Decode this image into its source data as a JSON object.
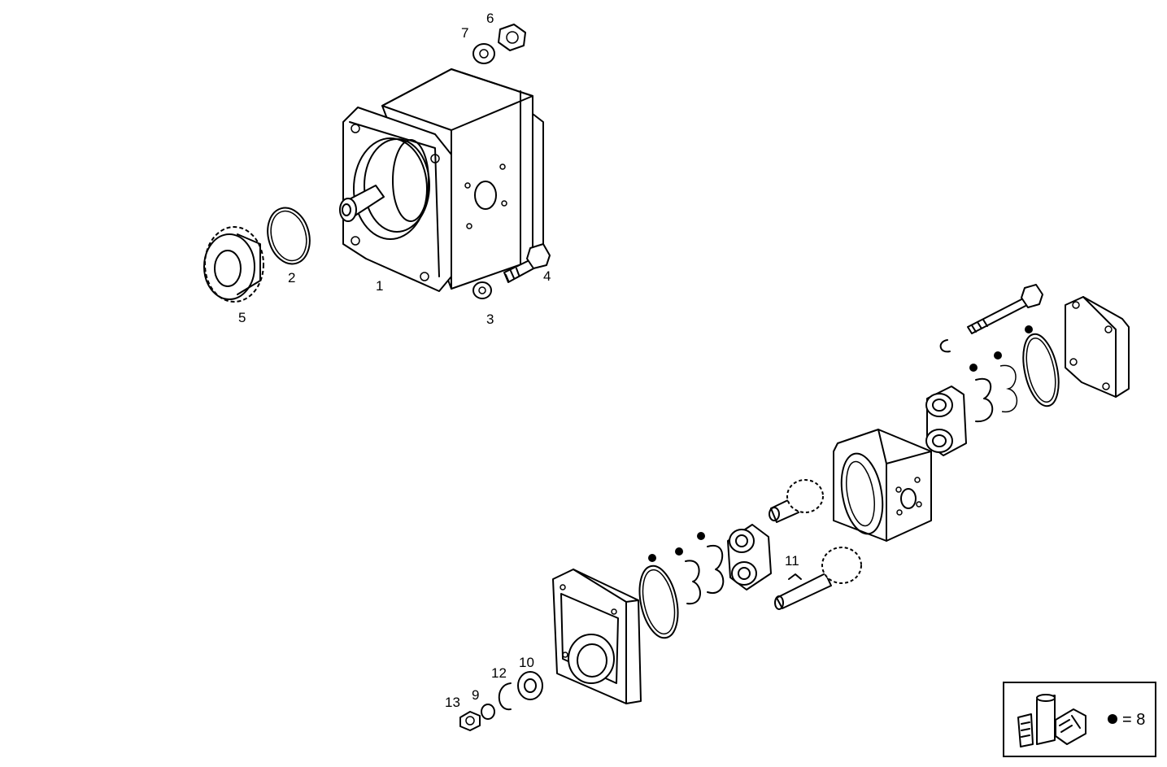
{
  "callouts": {
    "c1": "1",
    "c2": "2",
    "c3": "3",
    "c4": "4",
    "c5": "5",
    "c6": "6",
    "c7": "7",
    "c9": "9",
    "c10": "10",
    "c11": "11",
    "c12": "12",
    "c13": "13"
  },
  "kit_legend": {
    "equals": "= 8"
  },
  "colors": {
    "line": "#000000",
    "background": "#ffffff"
  }
}
